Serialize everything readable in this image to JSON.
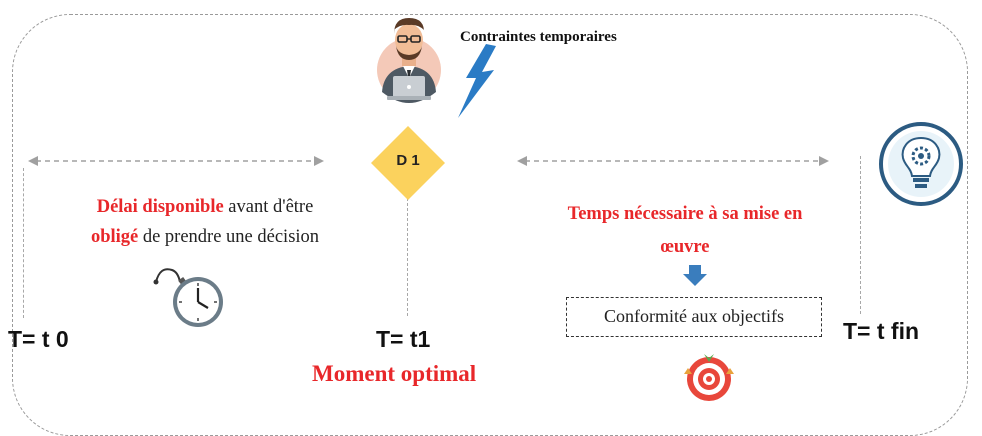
{
  "header": {
    "constraints_label": "Contraintes temporaires"
  },
  "decision": {
    "label": "D 1"
  },
  "left_text": {
    "part1_red": "Délai disponible",
    "part2": " avant d'être",
    "part3_red": "obligé",
    "part4": " de prendre une décision"
  },
  "right_text": {
    "line1": "Temps nécessaire à sa mise en",
    "line2": "œuvre"
  },
  "conformity_label": "Conformité aux objectifs",
  "time_markers": {
    "t0": "T= t 0",
    "t1": "T= t1",
    "tfin": "T= t fin"
  },
  "moment_label": "Moment optimal",
  "colors": {
    "accent_red": "#e8272a",
    "diamond_yellow": "#fbd25d",
    "lightning_blue": "#2a7bc5",
    "arrow_blue": "#3a7dbd",
    "icon_navy": "#2c5b82"
  },
  "icons": [
    "person-with-laptop-icon",
    "lightning-icon",
    "stopwatch-icon",
    "lightbulb-gear-icon",
    "down-arrow-icon",
    "target-icon"
  ]
}
